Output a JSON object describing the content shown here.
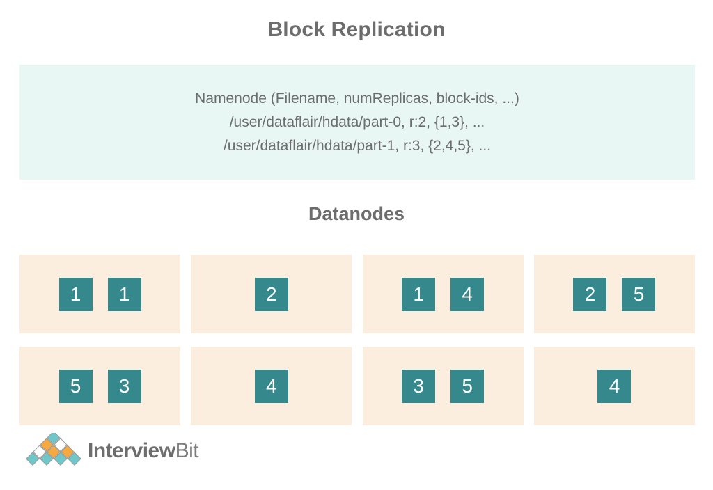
{
  "title": "Block Replication",
  "namenode": {
    "lines": [
      "Namenode (Filename, numReplicas, block-ids, ...)",
      "/user/dataflair/hdata/part-0, r:2, {1,3}, ...",
      "/user/dataflair/hdata/part-1, r:3, {2,4,5}, ..."
    ]
  },
  "datanodes_heading": "Datanodes",
  "datanodes": {
    "row1": [
      {
        "blocks": [
          "1",
          "1"
        ]
      },
      {
        "blocks": [
          "2"
        ]
      },
      {
        "blocks": [
          "1",
          "4"
        ]
      },
      {
        "blocks": [
          "2",
          "5"
        ]
      }
    ],
    "row2": [
      {
        "blocks": [
          "5",
          "3"
        ]
      },
      {
        "blocks": [
          "4"
        ]
      },
      {
        "blocks": [
          "3",
          "5"
        ]
      },
      {
        "blocks": [
          "4"
        ]
      }
    ]
  },
  "logo": {
    "mark_name": "interviewbit-diamond-pyramid-icon",
    "text_bold": "Interview",
    "text_light": "Bit",
    "colors": {
      "teal": "#6fc7c9",
      "orange": "#f5a93f",
      "white": "#ffffff",
      "outline": "#8a8a8a"
    }
  },
  "colors": {
    "title_text": "#6d6d6d",
    "namenode_panel_bg": "#e8f6f4",
    "datanode_panel_bg": "#fceede",
    "block_bg": "#35898c",
    "block_text": "#ffffff",
    "page_bg": "#ffffff"
  }
}
